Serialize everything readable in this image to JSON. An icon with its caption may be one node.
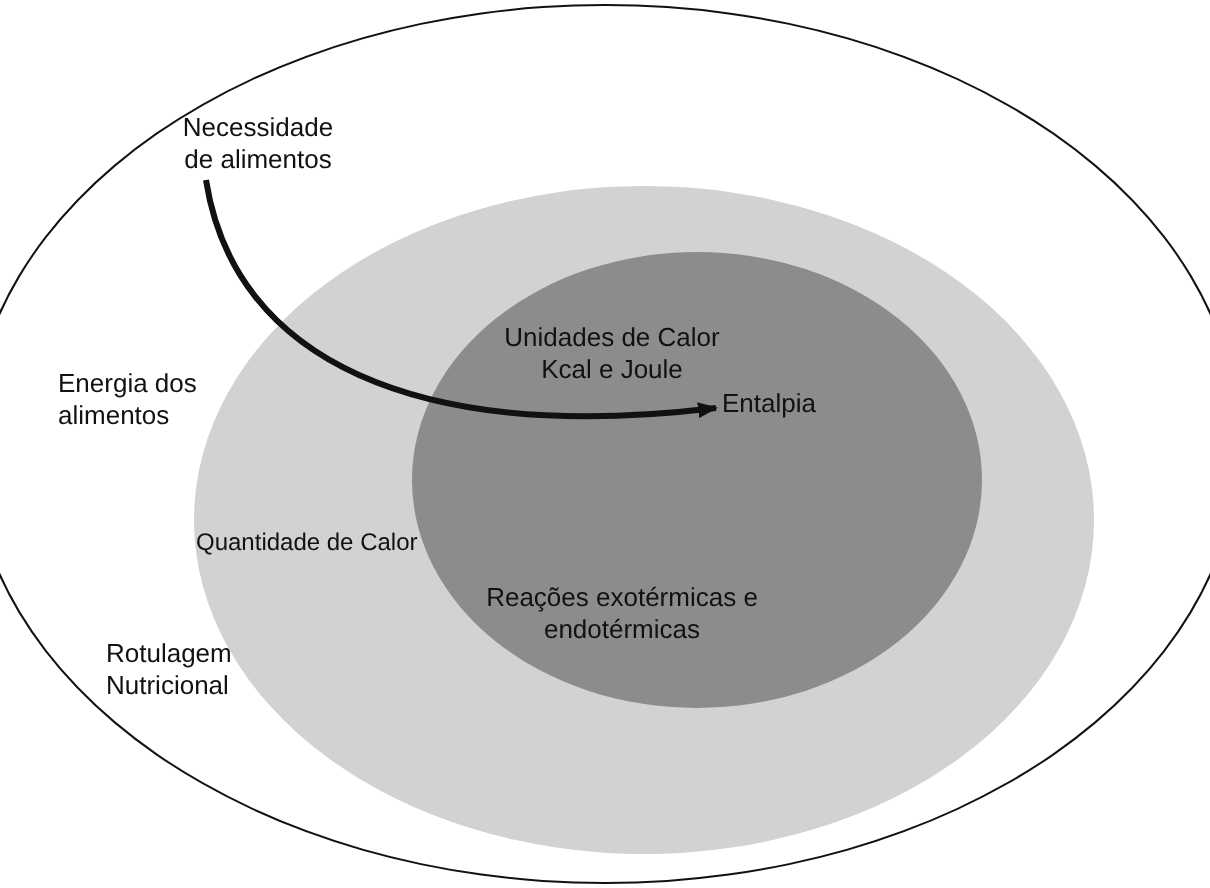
{
  "diagram": {
    "nodes": [
      {
        "text": [
          "Energia dos alimentos",
          "Rotulagem Nutricional"
        ]
      },
      {
        "text": [
          "Necessidade de alimentos"
        ],
        "in": 0
      },
      {
        "text": [
          "Quantidade de Calor"
        ],
        "in": 0
      },
      {
        "text": [
          "Unidades de Calor Kcal e Joule",
          "Reações exotérmicas e endotérmicas"
        ],
        "in": 2
      },
      {
        "text": [
          "Entalpia"
        ],
        "in": 3
      }
    ],
    "edges": [
      {
        "from": 1,
        "to": 4,
        "arrow": "to"
      }
    ]
  }
}
